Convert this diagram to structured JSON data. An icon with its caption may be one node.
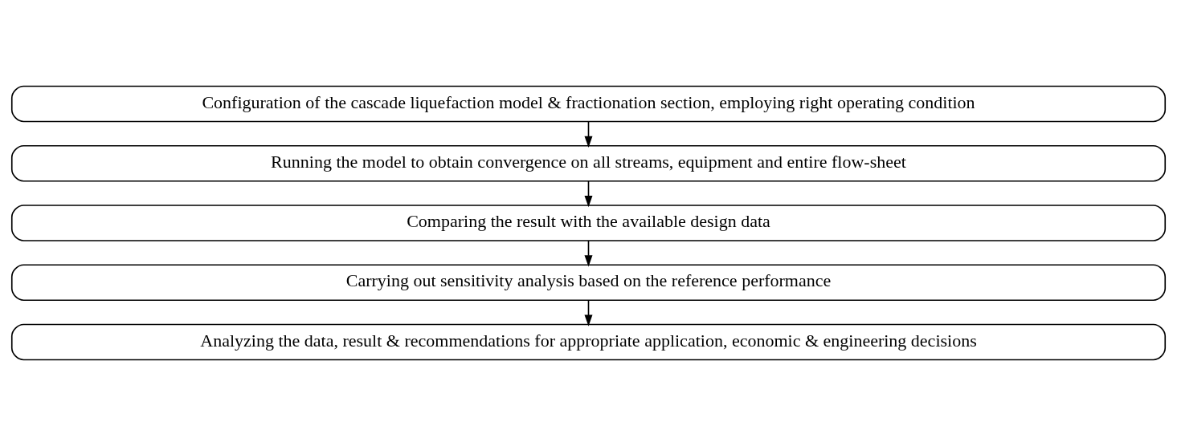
{
  "diagram": {
    "nodes": [
      {
        "text": [
          "Configuration of the cascade liquefaction model & fractionation section, employing right operating condition"
        ]
      },
      {
        "text": [
          "Running the model to obtain convergence on all streams, equipment and entire flow-sheet"
        ]
      },
      {
        "text": [
          "Comparing the result with the available design data"
        ]
      },
      {
        "text": [
          "Carrying out sensitivity analysis based on the reference performance"
        ]
      },
      {
        "text": [
          "Analyzing the data, result & recommendations for appropriate application, economic & engineering decisions"
        ]
      }
    ],
    "edges": [
      {
        "from": 0,
        "to": 1,
        "arrow": "to"
      },
      {
        "from": 1,
        "to": 2,
        "arrow": "to"
      },
      {
        "from": 2,
        "to": 3,
        "arrow": "to"
      },
      {
        "from": 3,
        "to": 4,
        "arrow": "to"
      }
    ]
  }
}
